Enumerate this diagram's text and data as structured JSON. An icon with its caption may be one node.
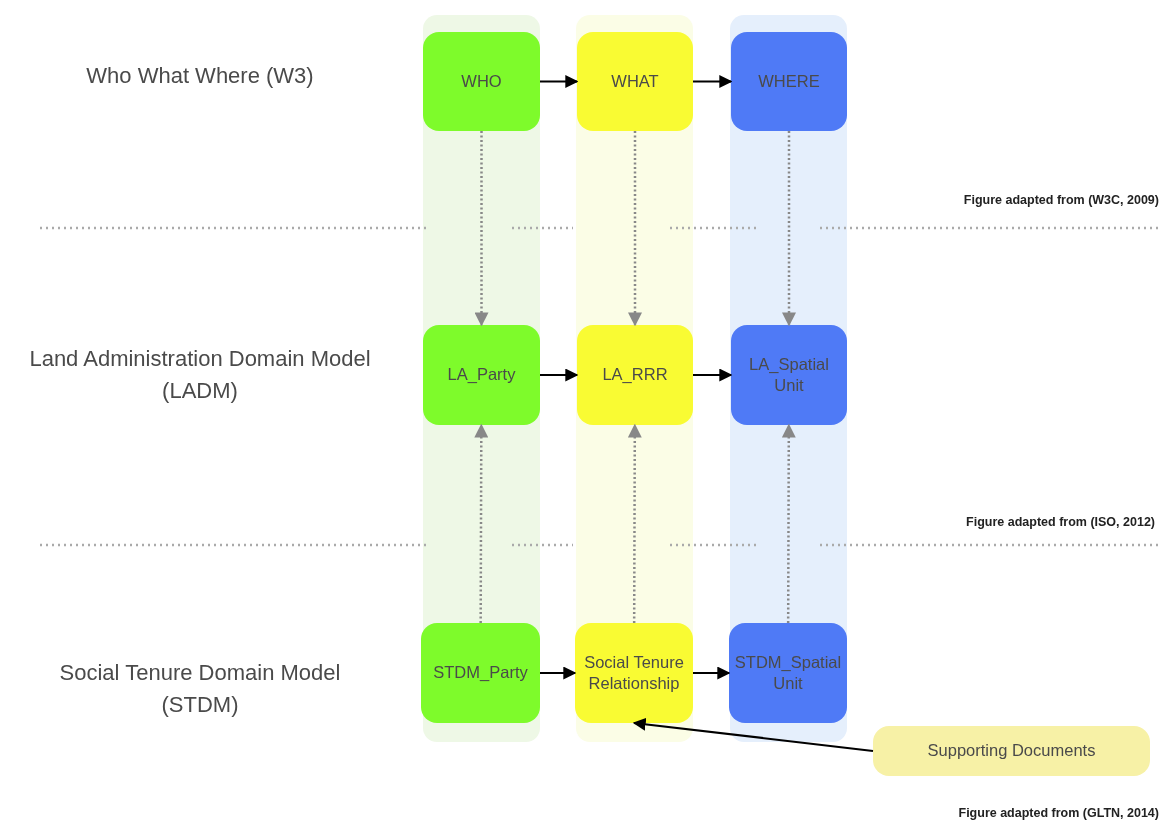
{
  "diagram": {
    "nodes": [
      {
        "text": [],
        "shape": "band"
      },
      {
        "text": [],
        "shape": "band"
      },
      {
        "text": [],
        "shape": "band"
      },
      {
        "text": [
          "WHO"
        ],
        "in": 0
      },
      {
        "text": [
          "WHAT"
        ],
        "in": 1
      },
      {
        "text": [
          "WHERE"
        ],
        "in": 2
      },
      {
        "text": [
          "LA_Party"
        ],
        "in": 0
      },
      {
        "text": [
          "LA_RRR"
        ],
        "in": 1
      },
      {
        "text": [
          "LA_Spatial Unit"
        ],
        "in": 2
      },
      {
        "text": [
          "STDM_Party"
        ],
        "in": 0
      },
      {
        "text": [
          "Social Tenure Relationship"
        ],
        "in": 1
      },
      {
        "text": [
          "STDM_Spatial Unit"
        ],
        "in": 2
      },
      {
        "text": [
          "Supporting Documents"
        ]
      }
    ],
    "edges": [
      {
        "from": 3,
        "to": 4,
        "arrow": "to"
      },
      {
        "from": 4,
        "to": 5,
        "arrow": "to"
      },
      {
        "from": 3,
        "to": 6,
        "arrow": "to",
        "style": "dashed",
        "color": "#888888"
      },
      {
        "from": 4,
        "to": 7,
        "arrow": "to",
        "style": "dashed",
        "color": "#888888"
      },
      {
        "from": 5,
        "to": 8,
        "arrow": "to",
        "style": "dashed",
        "color": "#888888"
      },
      {
        "from": 6,
        "to": 7,
        "arrow": "to"
      },
      {
        "from": 7,
        "to": 8,
        "arrow": "to"
      },
      {
        "from": 9,
        "to": 6,
        "arrow": "to",
        "style": "dashed",
        "color": "#888888"
      },
      {
        "from": 10,
        "to": 7,
        "arrow": "to",
        "style": "dashed",
        "color": "#888888"
      },
      {
        "from": 11,
        "to": 8,
        "arrow": "to",
        "style": "dashed",
        "color": "#888888"
      },
      {
        "from": 9,
        "to": 10,
        "arrow": "to"
      },
      {
        "from": 10,
        "to": 11,
        "arrow": "to"
      },
      {
        "from": 12,
        "to": 10,
        "arrow": "to"
      }
    ],
    "labels": [
      "Who What Where (W3)",
      "Figure adapted from (W3C, 2009)",
      "Land Administration Domain Model (LADM)",
      "Figure adapted from (ISO, 2012)",
      "Social Tenure Domain Model (STDM)",
      "Figure adapted from (GLTN, 2014)"
    ]
  }
}
